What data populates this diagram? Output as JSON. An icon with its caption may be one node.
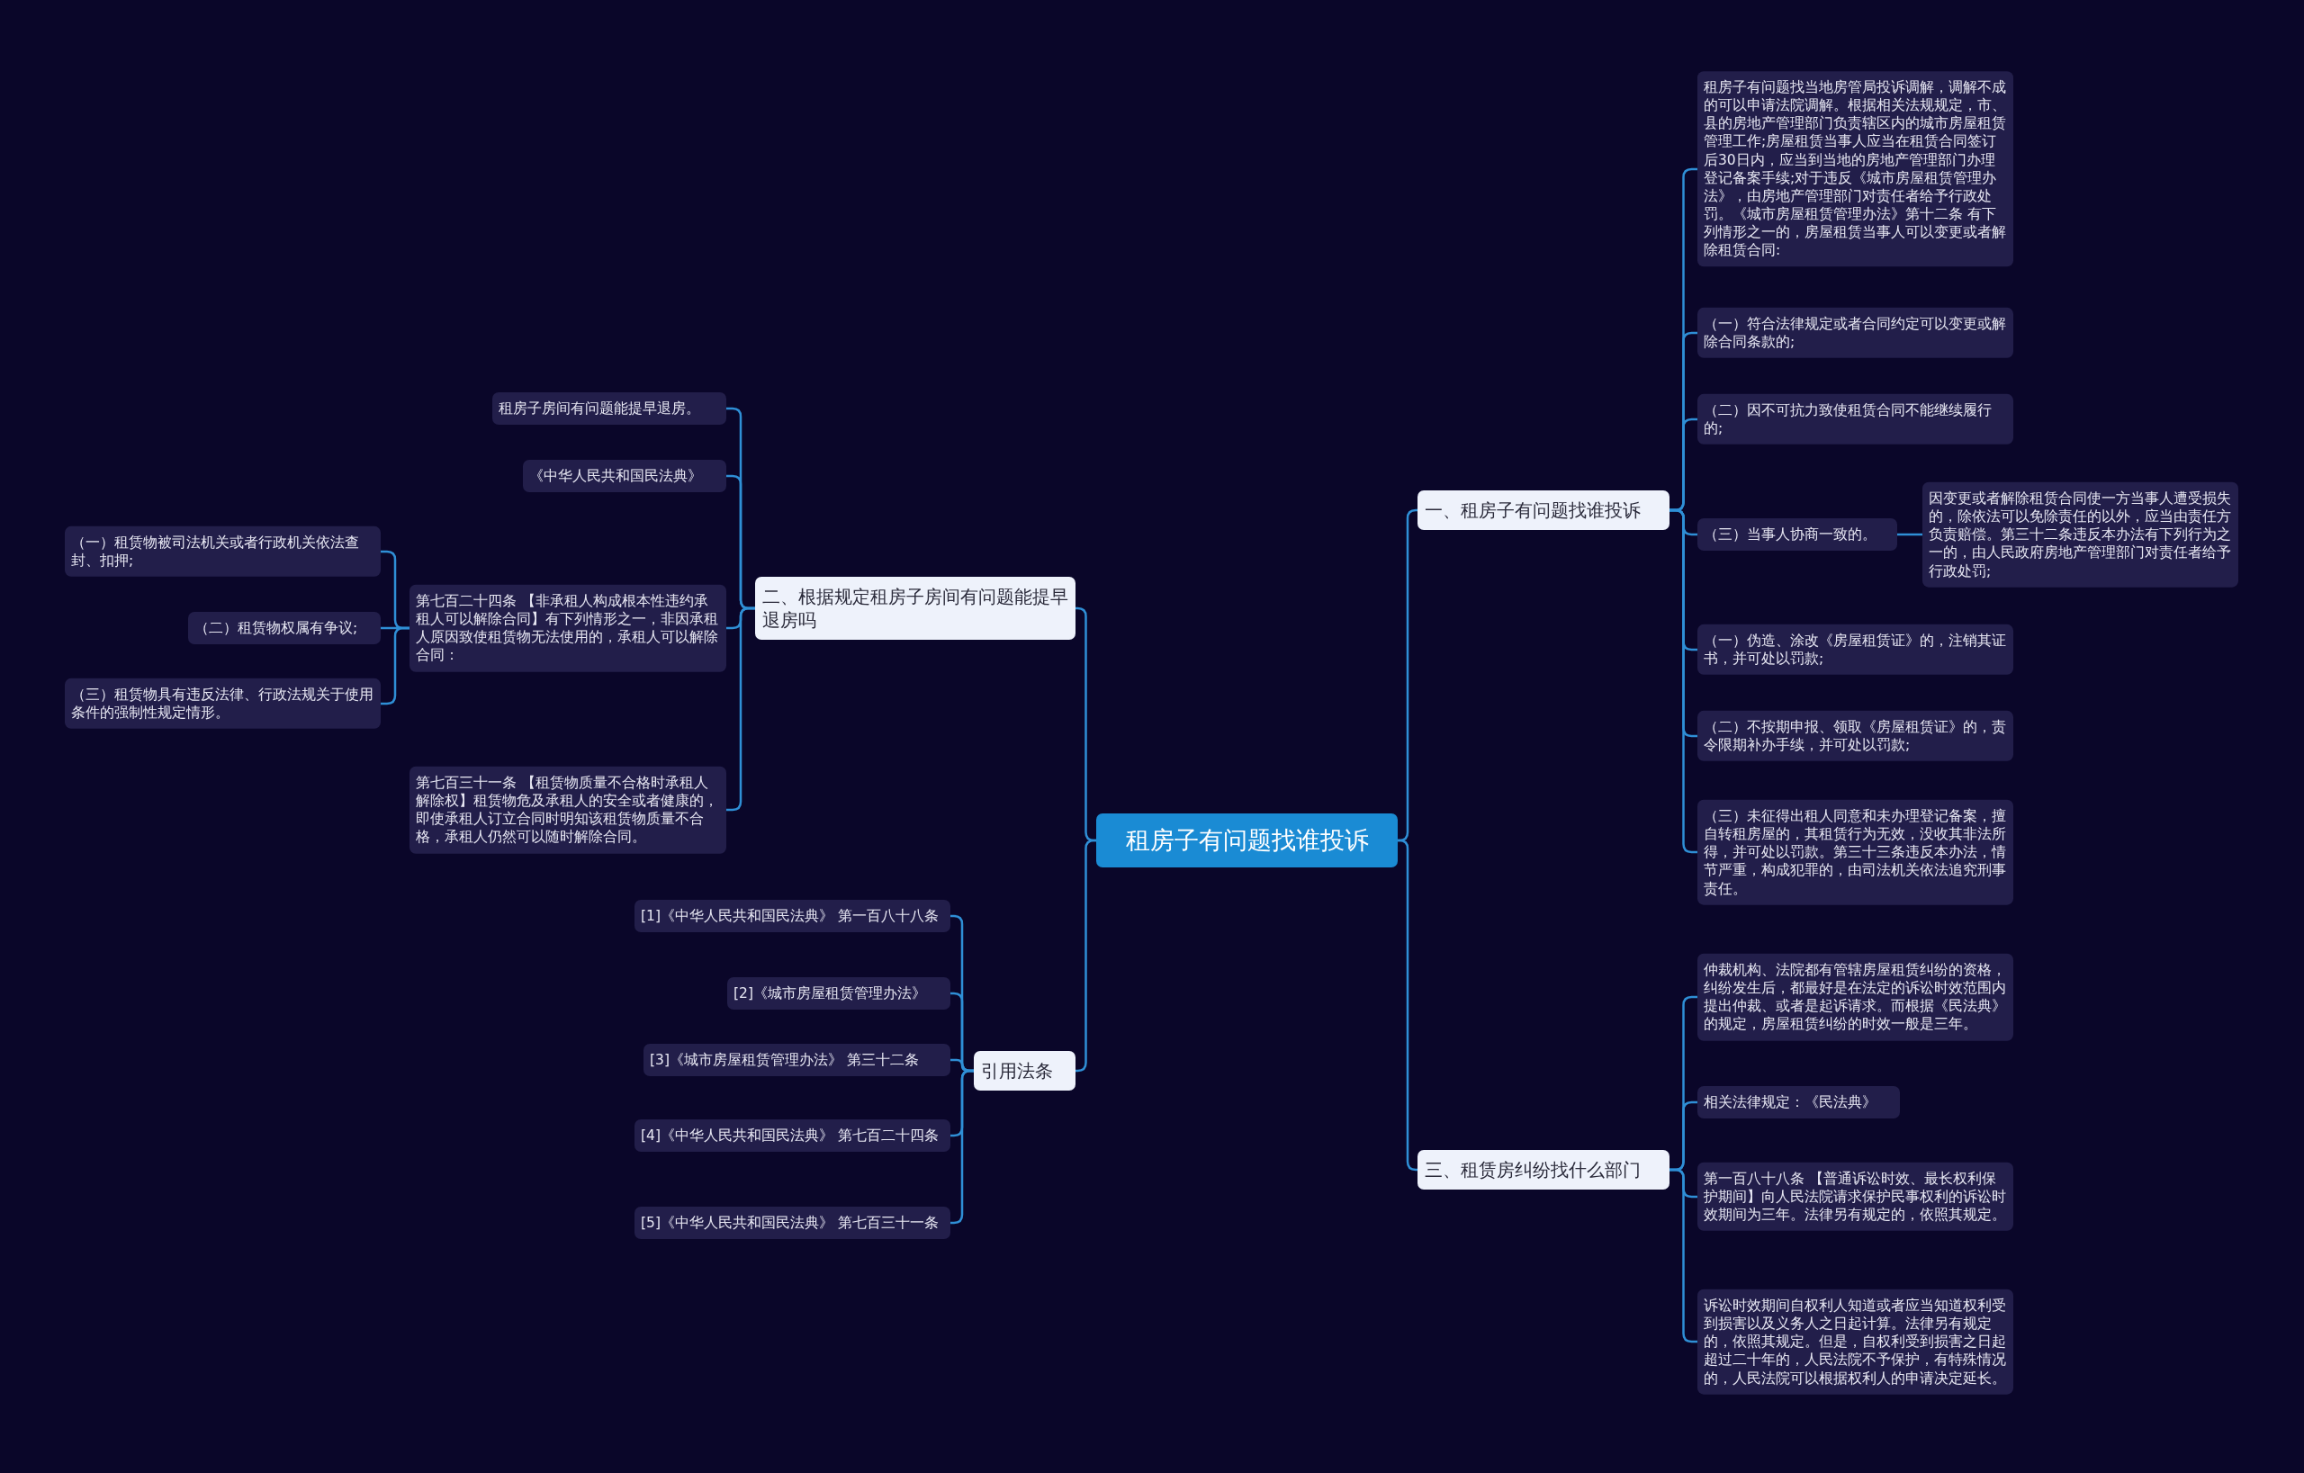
{
  "diagram": {
    "nodes": [
      {
        "text": [
          "租房子有问题找谁投诉"
        ]
      },
      {
        "text": [
          "一、租房子有问题找谁投诉"
        ]
      },
      {
        "text": [
          "租房子有问题找当地房管局投诉调解，调解不成的可以申请法院调解。根据相关法规规定，市、县的房地产管理部门负责辖区内的城市房屋租赁管理工作;房屋租赁当事人应当在租赁合同签订后30日内，应当到当地的房地产管理部门办理登记备案手续;对于违反《城市房屋租赁管理办法》，由房地产管理部门对责任者给予行政处罚。《城市房屋租赁管理办法》第十二条 有下列情形之一的，房屋租赁当事人可以变更或者解除租赁合同:"
        ]
      },
      {
        "text": [
          "（一）符合法律规定或者合同约定可以变更或解除合同条款的;"
        ]
      },
      {
        "text": [
          "（二）因不可抗力致使租赁合同不能继续履行的;"
        ]
      },
      {
        "text": [
          "（三）当事人协商一致的。"
        ]
      },
      {
        "text": [
          "因变更或者解除租赁合同使一方当事人遭受损失的，除依法可以免除责任的以外，应当由责任方负责赔偿。第三十二条违反本办法有下列行为之一的，由人民政府房地产管理部门对责任者给予行政处罚;"
        ]
      },
      {
        "text": [
          "（一）伪造、涂改《房屋租赁证》的，注销其证书，并可处以罚款;"
        ]
      },
      {
        "text": [
          "（二）不按期申报、领取《房屋租赁证》的，责令限期补办手续，并可处以罚款;"
        ]
      },
      {
        "text": [
          "（三）未征得出租人同意和未办理登记备案，擅自转租房屋的，其租赁行为无效，没收其非法所得，并可处以罚款。第三十三条违反本办法，情节严重，构成犯罪的，由司法机关依法追究刑事责任。"
        ]
      },
      {
        "text": [
          "三、租赁房纠纷找什么部门"
        ]
      },
      {
        "text": [
          "仲裁机构、法院都有管辖房屋租赁纠纷的资格，纠纷发生后，都最好是在法定的诉讼时效范围内提出仲裁、或者是起诉请求。而根据《民法典》的规定，房屋租赁纠纷的时效一般是三年。"
        ]
      },
      {
        "text": [
          "相关法律规定：《民法典》"
        ]
      },
      {
        "text": [
          "第一百八十八条 【普通诉讼时效、最长权利保护期间】向人民法院请求保护民事权利的诉讼时效期间为三年。法律另有规定的，依照其规定。"
        ]
      },
      {
        "text": [
          "诉讼时效期间自权利人知道或者应当知道权利受到损害以及义务人之日起计算。法律另有规定的，依照其规定。但是，自权利受到损害之日起超过二十年的，人民法院不予保护，有特殊情况的，人民法院可以根据权利人的申请决定延长。"
        ]
      },
      {
        "text": [
          "二、根据规定租房子房间有问题能提早退房吗"
        ]
      },
      {
        "text": [
          "租房子房间有问题能提早退房。"
        ]
      },
      {
        "text": [
          "《中华人民共和国民法典》"
        ]
      },
      {
        "text": [
          "第七百二十四条 【非承租人构成根本性违约承租人可以解除合同】有下列情形之一，非因承租人原因致使租赁物无法使用的，承租人可以解除合同："
        ]
      },
      {
        "text": [
          "（一）租赁物被司法机关或者行政机关依法查封、扣押;"
        ]
      },
      {
        "text": [
          "（二）租赁物权属有争议;"
        ]
      },
      {
        "text": [
          "（三）租赁物具有违反法律、行政法规关于使用条件的强制性规定情形。"
        ]
      },
      {
        "text": [
          "第七百三十一条 【租赁物质量不合格时承租人解除权】租赁物危及承租人的安全或者健康的，即使承租人订立合同时明知该租赁物质量不合格，承租人仍然可以随时解除合同。"
        ]
      },
      {
        "text": [
          "引用法条"
        ]
      },
      {
        "text": [
          "[1]《中华人民共和国民法典》 第一百八十八条"
        ]
      },
      {
        "text": [
          "[2]《城市房屋租赁管理办法》"
        ]
      },
      {
        "text": [
          "[3]《城市房屋租赁管理办法》 第三十二条"
        ]
      },
      {
        "text": [
          "[4]《中华人民共和国民法典》 第七百二十四条"
        ]
      },
      {
        "text": [
          "[5]《中华人民共和国民法典》 第七百三十一条"
        ]
      }
    ],
    "edges": [
      {
        "from": 0,
        "to": 1,
        "arrow": "none"
      },
      {
        "from": 0,
        "to": 10,
        "arrow": "none"
      },
      {
        "from": 0,
        "to": 15,
        "arrow": "none"
      },
      {
        "from": 0,
        "to": 23,
        "arrow": "none"
      },
      {
        "from": 1,
        "to": 2,
        "arrow": "none"
      },
      {
        "from": 1,
        "to": 3,
        "arrow": "none"
      },
      {
        "from": 1,
        "to": 4,
        "arrow": "none"
      },
      {
        "from": 1,
        "to": 5,
        "arrow": "none"
      },
      {
        "from": 5,
        "to": 6,
        "arrow": "none"
      },
      {
        "from": 1,
        "to": 7,
        "arrow": "none"
      },
      {
        "from": 1,
        "to": 8,
        "arrow": "none"
      },
      {
        "from": 1,
        "to": 9,
        "arrow": "none"
      },
      {
        "from": 10,
        "to": 11,
        "arrow": "none"
      },
      {
        "from": 10,
        "to": 12,
        "arrow": "none"
      },
      {
        "from": 10,
        "to": 13,
        "arrow": "none"
      },
      {
        "from": 10,
        "to": 14,
        "arrow": "none"
      },
      {
        "from": 15,
        "to": 16,
        "arrow": "none"
      },
      {
        "from": 15,
        "to": 17,
        "arrow": "none"
      },
      {
        "from": 15,
        "to": 18,
        "arrow": "none"
      },
      {
        "from": 18,
        "to": 19,
        "arrow": "none"
      },
      {
        "from": 18,
        "to": 20,
        "arrow": "none"
      },
      {
        "from": 18,
        "to": 21,
        "arrow": "none"
      },
      {
        "from": 15,
        "to": 22,
        "arrow": "none"
      },
      {
        "from": 23,
        "to": 24,
        "arrow": "none"
      },
      {
        "from": 23,
        "to": 25,
        "arrow": "none"
      },
      {
        "from": 23,
        "to": 26,
        "arrow": "none"
      },
      {
        "from": 23,
        "to": 27,
        "arrow": "none"
      },
      {
        "from": 23,
        "to": 28,
        "arrow": "none"
      }
    ]
  }
}
